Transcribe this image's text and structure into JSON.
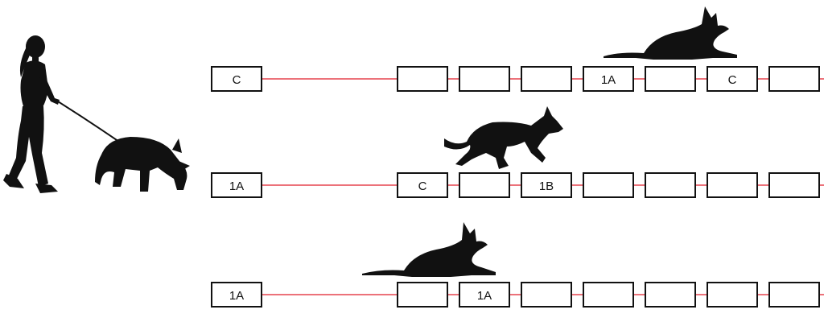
{
  "colors": {
    "line": "#e01e2b",
    "box_stroke": "#111111",
    "silhouette": "#111111",
    "background": "#ffffff"
  },
  "rows": [
    {
      "start_label": "C",
      "box_labels": [
        "",
        "",
        "",
        "1A",
        "",
        "C",
        ""
      ],
      "dog_pose": "lying"
    },
    {
      "start_label": "1A",
      "box_labels": [
        "C",
        "",
        "1B",
        "",
        "",
        "",
        ""
      ],
      "dog_pose": "trotting"
    },
    {
      "start_label": "1A",
      "box_labels": [
        "",
        "1A",
        "",
        "",
        "",
        "",
        ""
      ],
      "dog_pose": "lying"
    }
  ],
  "handler": {
    "icon": "handler-walking-dog-icon"
  }
}
